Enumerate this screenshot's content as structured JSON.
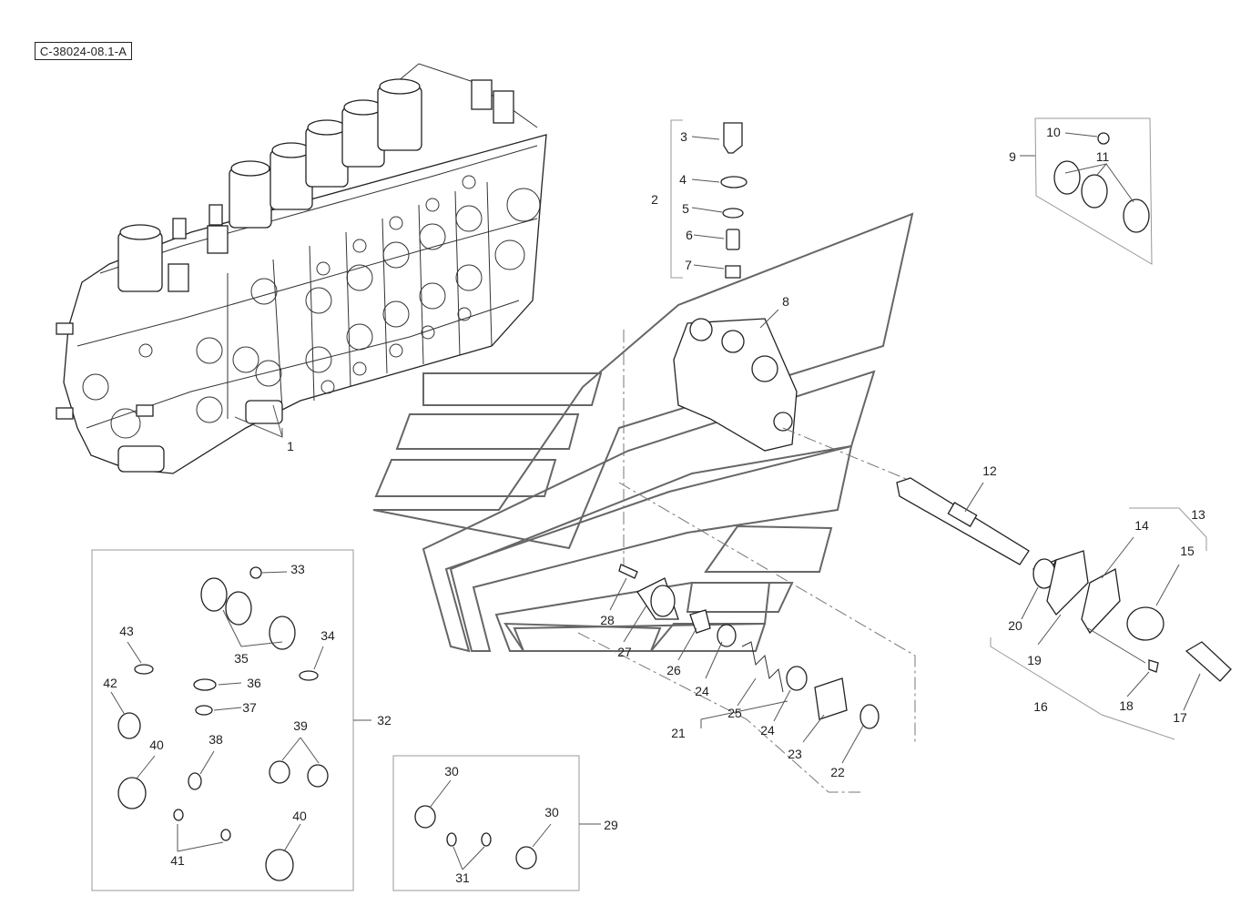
{
  "diagram": {
    "reference_code": "C-38024-08.1-A",
    "callouts": [
      "1",
      "2",
      "3",
      "4",
      "5",
      "6",
      "7",
      "8",
      "9",
      "10",
      "11",
      "12",
      "13",
      "14",
      "15",
      "16",
      "17",
      "18",
      "19",
      "20",
      "21",
      "22",
      "23",
      "24",
      "25",
      "26",
      "27",
      "28",
      "29",
      "30",
      "31",
      "32",
      "33",
      "34",
      "35",
      "36",
      "37",
      "38",
      "39",
      "40",
      "41",
      "42",
      "43"
    ]
  }
}
